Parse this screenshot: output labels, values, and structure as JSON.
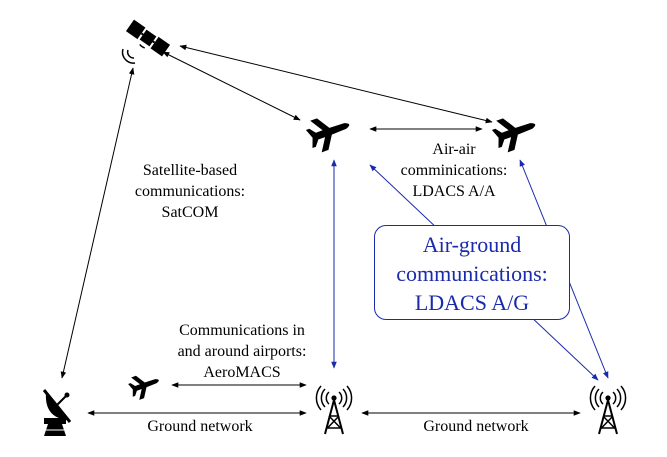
{
  "labels": {
    "satellite_caption": [
      "Satellite-based",
      "communications:",
      "SatCOM"
    ],
    "air_air_caption": [
      "Air-air",
      "comminications:",
      "LDACS A/A"
    ],
    "air_ground_caption": [
      "Air-ground",
      "communications:",
      "LDACS A/G"
    ],
    "airport_caption": [
      "Communications in",
      "and around airports:",
      "AeroMACS"
    ],
    "ground_network_left": "Ground network",
    "ground_network_right": "Ground network"
  },
  "colors": {
    "black_link": "#000000",
    "blue_link": "#1a2aaa"
  },
  "icons": [
    "satellite-icon",
    "airplane-icon",
    "ground-station-dish-icon",
    "radio-tower-icon"
  ]
}
